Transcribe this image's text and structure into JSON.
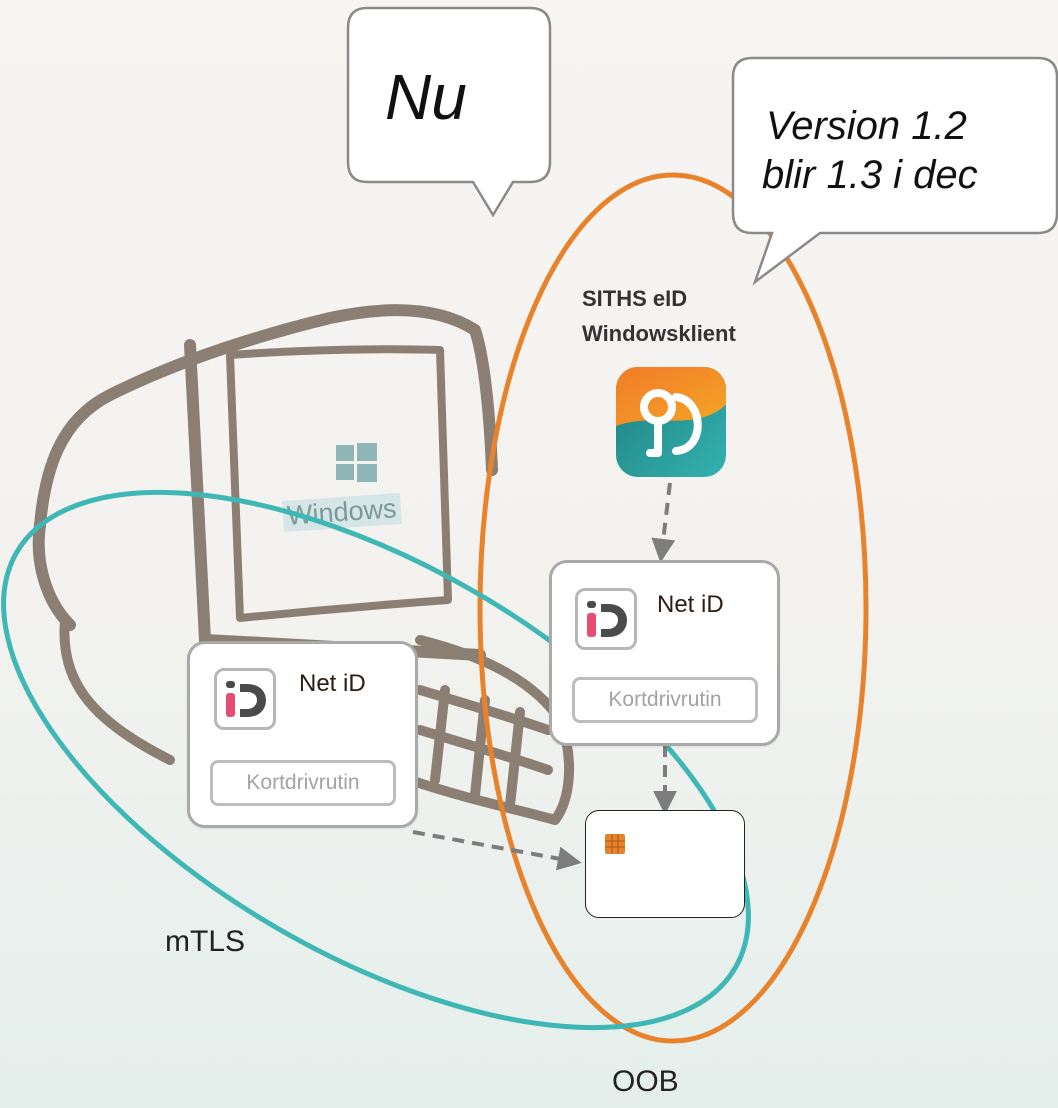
{
  "callout_now": {
    "text": "Nu"
  },
  "callout_version": {
    "line1": "Version 1.2",
    "line2": "blir 1.3 i dec"
  },
  "siths_client": {
    "line1": "SITHS eID",
    "line2": "Windowsklient"
  },
  "netid_right": {
    "title": "Net iD",
    "driver": "Kortdrivrutin"
  },
  "netid_left": {
    "title": "Net iD",
    "driver": "Kortdrivrutin"
  },
  "computer_os": {
    "label": "Windows"
  },
  "labels": {
    "mtls": "mTLS",
    "oob": "OOB"
  },
  "colors": {
    "oob_ellipse": "#e8832b",
    "mtls_ellipse": "#3fb8b5",
    "sketch": "#8b7f73",
    "arrow": "#7d7d7d",
    "netid_pink": "#e64d6f",
    "netid_dark": "#4b4b4b",
    "chip": "#e8832b"
  }
}
